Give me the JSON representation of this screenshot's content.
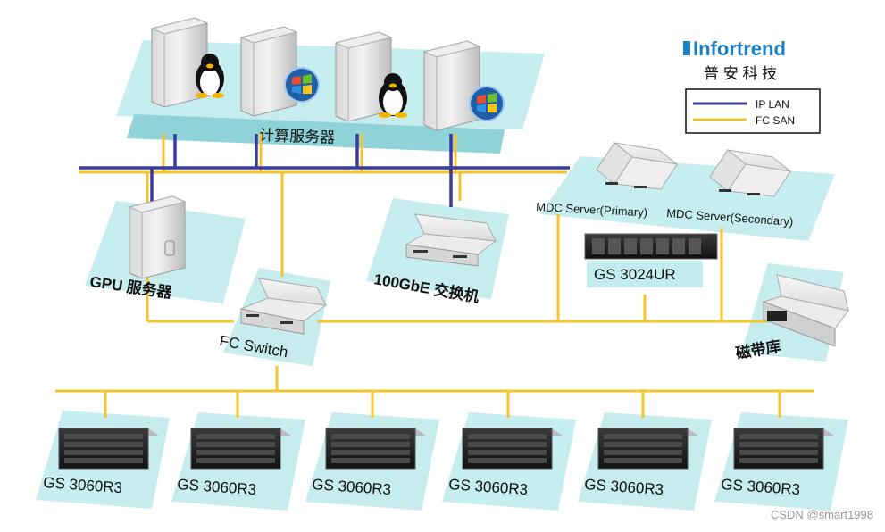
{
  "brand": {
    "name": "Infortrend",
    "subtitle": "普 安 科 技"
  },
  "legend": {
    "items": [
      {
        "label": "IP LAN",
        "color": "#3b3b9c"
      },
      {
        "label": "FC SAN",
        "color": "#f5c42c"
      }
    ]
  },
  "groups": {
    "compute": "计算服务器",
    "gpu": "GPU 服务器",
    "switch100": "100GbE  交换机",
    "fcswitch": "FC  Switch",
    "mdc_primary": "MDC Server(Primary)",
    "mdc_secondary": "MDC Server(Secondary)",
    "gs3024": "GS 3024UR",
    "tape": "磁带库"
  },
  "storage_units": [
    {
      "label": "GS 3060R3"
    },
    {
      "label": "GS 3060R3"
    },
    {
      "label": "GS 3060R3"
    },
    {
      "label": "GS 3060R3"
    },
    {
      "label": "GS 3060R3"
    },
    {
      "label": "GS 3060R3"
    }
  ],
  "watermark": "CSDN @smart1998"
}
